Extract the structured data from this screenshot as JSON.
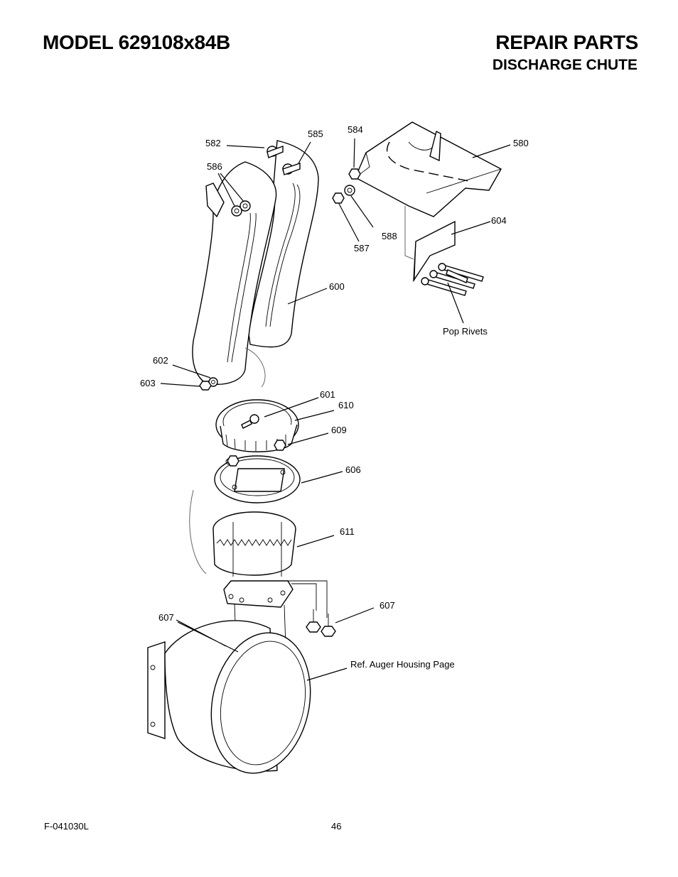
{
  "header": {
    "model": "MODEL 629108x84B",
    "title": "REPAIR PARTS",
    "section": "DISCHARGE CHUTE"
  },
  "diagram": {
    "labels": {
      "p580": "580",
      "p582": "582",
      "p584": "584",
      "p585": "585",
      "p586": "586",
      "p587": "587",
      "p588": "588",
      "p600": "600",
      "p601": "601",
      "p602": "602",
      "p603": "603",
      "p604": "604",
      "p606": "606",
      "p607a": "607",
      "p607b": "607",
      "p609": "609",
      "p610": "610",
      "p611": "611",
      "pop_rivets": "Pop Rivets",
      "ref_auger": "Ref. Auger Housing Page"
    }
  },
  "footer": {
    "form_code": "F-041030L",
    "page_number": "46"
  }
}
